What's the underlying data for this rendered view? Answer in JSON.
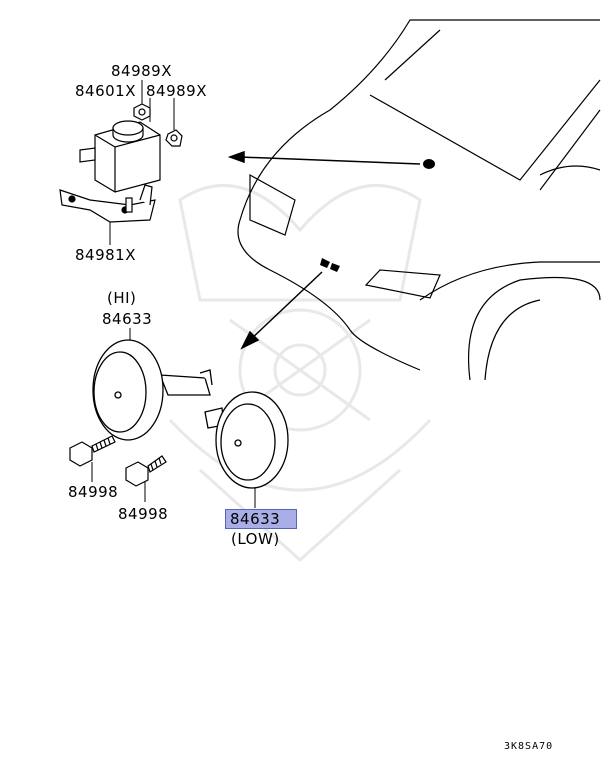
{
  "labels": {
    "p84989x_top": "84989X",
    "p84601x": "84601X",
    "p84989x_right": "84989X",
    "p84981x": "84981X",
    "hi_tag": "(HI)",
    "p84633_hi": "84633",
    "p84998_a": "84998",
    "p84998_b": "84998",
    "p84633_low": "84633",
    "low_tag": "(LOW)"
  },
  "diagram_code": "3K8SA70",
  "colors": {
    "line": "#000000",
    "highlight_fill": "#a9aee6",
    "highlight_border": "#5a63b8",
    "watermark": "#e6e6e6"
  },
  "icons": [
    "horn-relay",
    "hi-horn",
    "low-horn",
    "bolt",
    "nut",
    "bracket",
    "car-front"
  ]
}
